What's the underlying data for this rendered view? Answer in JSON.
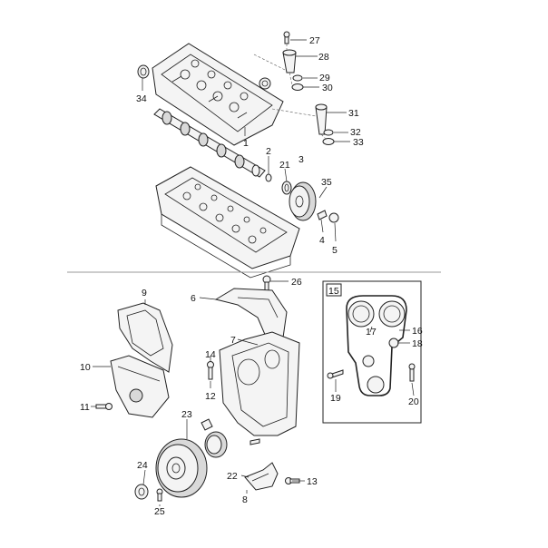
{
  "callouts": [
    {
      "id": "27",
      "text": "27"
    },
    {
      "id": "28",
      "text": "28"
    },
    {
      "id": "29",
      "text": "29"
    },
    {
      "id": "30",
      "text": "30"
    },
    {
      "id": "31",
      "text": "31"
    },
    {
      "id": "32",
      "text": "32"
    },
    {
      "id": "33",
      "text": "33"
    },
    {
      "id": "34",
      "text": "34"
    },
    {
      "id": "1",
      "text": "1"
    },
    {
      "id": "2",
      "text": "2"
    },
    {
      "id": "21",
      "text": "21"
    },
    {
      "id": "3",
      "text": "3"
    },
    {
      "id": "35",
      "text": "35"
    },
    {
      "id": "4",
      "text": "4"
    },
    {
      "id": "5",
      "text": "5"
    },
    {
      "id": "26",
      "text": "26"
    },
    {
      "id": "9",
      "text": "9"
    },
    {
      "id": "6",
      "text": "6"
    },
    {
      "id": "15",
      "text": "15"
    },
    {
      "id": "17",
      "text": "17"
    },
    {
      "id": "16",
      "text": "16"
    },
    {
      "id": "18",
      "text": "18"
    },
    {
      "id": "7",
      "text": "7"
    },
    {
      "id": "10",
      "text": "10"
    },
    {
      "id": "14",
      "text": "14"
    },
    {
      "id": "12",
      "text": "12"
    },
    {
      "id": "19",
      "text": "19"
    },
    {
      "id": "20",
      "text": "20"
    },
    {
      "id": "11",
      "text": "11"
    },
    {
      "id": "23",
      "text": "23"
    },
    {
      "id": "24",
      "text": "24"
    },
    {
      "id": "22",
      "text": "22"
    },
    {
      "id": "13",
      "text": "13"
    },
    {
      "id": "8",
      "text": "8"
    },
    {
      "id": "25",
      "text": "25"
    }
  ]
}
